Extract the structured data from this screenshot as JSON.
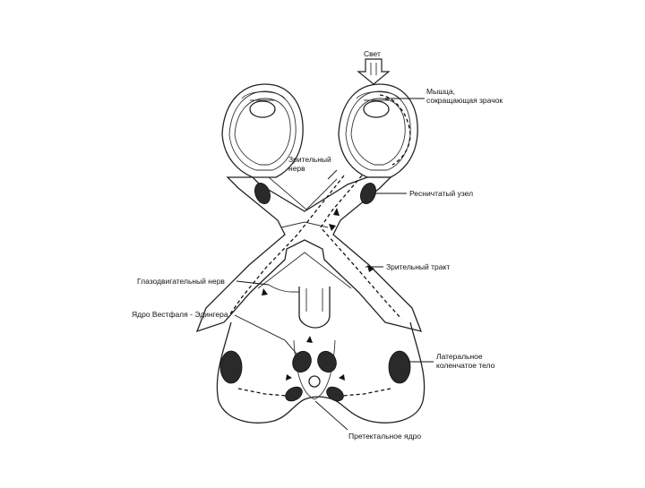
{
  "labels": {
    "light": "Свет",
    "pupil_muscle": "Мышца,",
    "pupil_muscle_2": "сокращающая зрачок",
    "optic_nerve": "Зрительный",
    "optic_nerve_2": "нерв",
    "ciliary_ganglion": "Ресничтатый узел",
    "optic_tract": "Зрительный тракт",
    "oculomotor_nerve": "Глазодвигательный нерв",
    "edinger_westphal": "Ядро Вестфаля - Эдингера",
    "lgn": "Латеральное",
    "lgn_2": "коленчатое тело",
    "pretectal": "Претектальное ядро"
  },
  "colors": {
    "line": "#222222",
    "ganglion": "#2a2a2a",
    "background": "#ffffff"
  }
}
